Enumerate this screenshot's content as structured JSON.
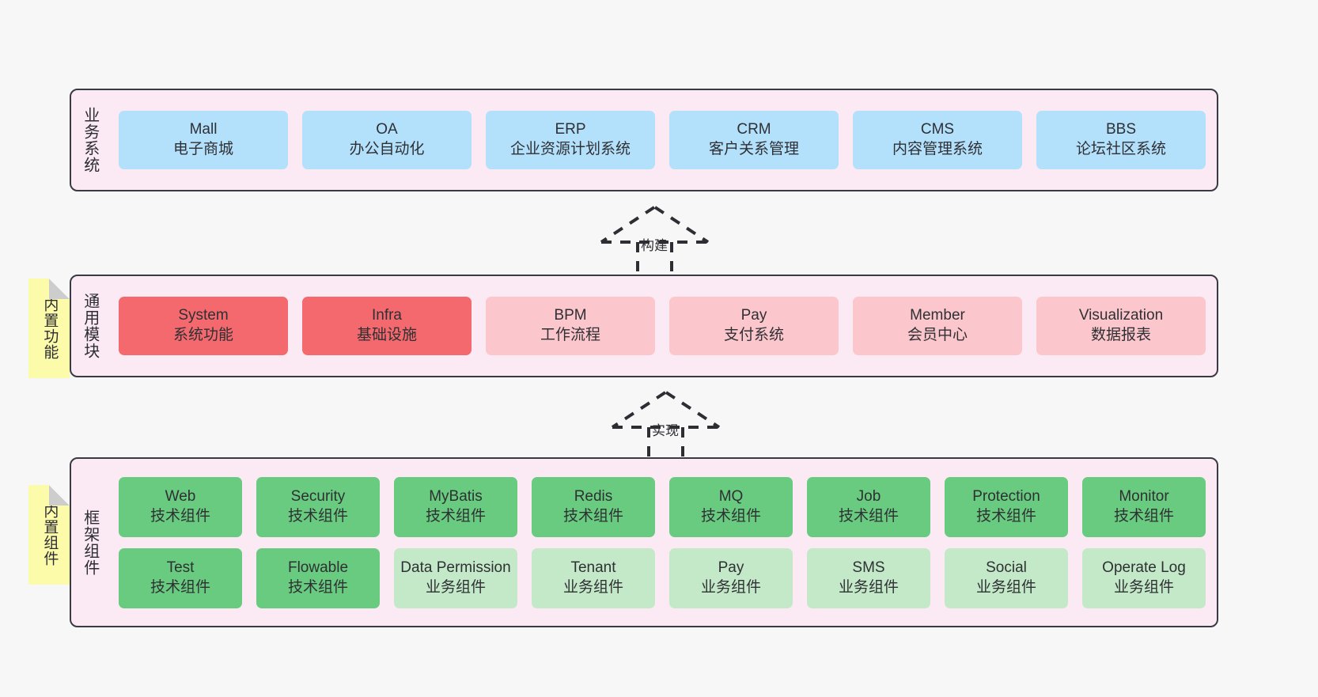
{
  "diagram": {
    "background": "#f7f7f7",
    "band_fill": "#fbeaf4",
    "band_border": "#3a3a43",
    "note_fill": "#fcfbaa"
  },
  "layers": [
    {
      "key": "business",
      "label": "业务系统",
      "note": null,
      "card_color": "#b3e0fb",
      "rows": [
        [
          {
            "name": "Mall",
            "desc": "电子商城",
            "color": "blue"
          },
          {
            "name": "OA",
            "desc": "办公自动化",
            "color": "blue"
          },
          {
            "name": "ERP",
            "desc": "企业资源计划系统",
            "color": "blue"
          },
          {
            "name": "CRM",
            "desc": "客户关系管理",
            "color": "blue"
          },
          {
            "name": "CMS",
            "desc": "内容管理系统",
            "color": "blue"
          },
          {
            "name": "BBS",
            "desc": "论坛社区系统",
            "color": "blue"
          }
        ]
      ]
    },
    {
      "key": "common",
      "label": "通用模块",
      "note": "内置功能",
      "rows": [
        [
          {
            "name": "System",
            "desc": "系统功能",
            "color": "red"
          },
          {
            "name": "Infra",
            "desc": "基础设施",
            "color": "red"
          },
          {
            "name": "BPM",
            "desc": "工作流程",
            "color": "pink"
          },
          {
            "name": "Pay",
            "desc": "支付系统",
            "color": "pink"
          },
          {
            "name": "Member",
            "desc": "会员中心",
            "color": "pink"
          },
          {
            "name": "Visualization",
            "desc": "数据报表",
            "color": "pink"
          }
        ]
      ]
    },
    {
      "key": "framework",
      "label": "框架组件",
      "note": "内置组件",
      "rows": [
        [
          {
            "name": "Web",
            "desc": "技术组件",
            "color": "green"
          },
          {
            "name": "Security",
            "desc": "技术组件",
            "color": "green"
          },
          {
            "name": "MyBatis",
            "desc": "技术组件",
            "color": "green"
          },
          {
            "name": "Redis",
            "desc": "技术组件",
            "color": "green"
          },
          {
            "name": "MQ",
            "desc": "技术组件",
            "color": "green"
          },
          {
            "name": "Job",
            "desc": "技术组件",
            "color": "green"
          },
          {
            "name": "Protection",
            "desc": "技术组件",
            "color": "green"
          },
          {
            "name": "Monitor",
            "desc": "技术组件",
            "color": "green"
          }
        ],
        [
          {
            "name": "Test",
            "desc": "技术组件",
            "color": "green"
          },
          {
            "name": "Flowable",
            "desc": "技术组件",
            "color": "green"
          },
          {
            "name": "Data Permission",
            "desc": "业务组件",
            "color": "green-l"
          },
          {
            "name": "Tenant",
            "desc": "业务组件",
            "color": "green-l"
          },
          {
            "name": "Pay",
            "desc": "业务组件",
            "color": "green-l"
          },
          {
            "name": "SMS",
            "desc": "业务组件",
            "color": "green-l"
          },
          {
            "name": "Social",
            "desc": "业务组件",
            "color": "green-l"
          },
          {
            "name": "Operate Log",
            "desc": "业务组件",
            "color": "green-l"
          }
        ]
      ]
    }
  ],
  "connectors": [
    {
      "key": "build",
      "label": "构建"
    },
    {
      "key": "implement",
      "label": "实现"
    }
  ]
}
